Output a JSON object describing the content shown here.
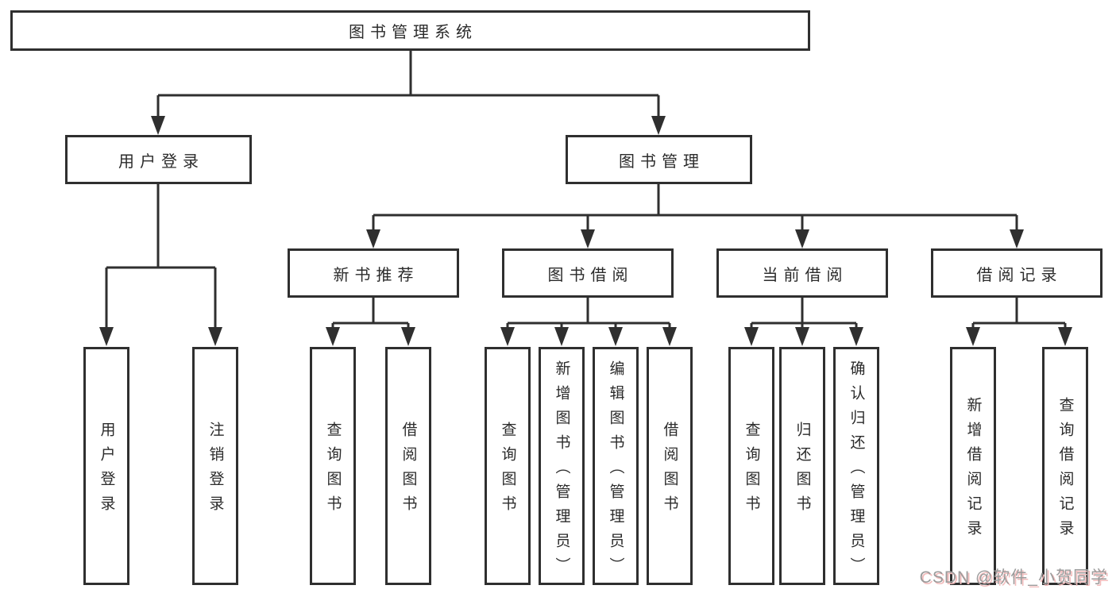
{
  "diagram": {
    "root": {
      "label": "图书管理系统",
      "children": [
        {
          "label": "用户登录",
          "children": [
            {
              "label": "用户登录"
            },
            {
              "label": "注销登录"
            }
          ]
        },
        {
          "label": "图书管理",
          "children": [
            {
              "label": "新书推荐",
              "children": [
                {
                  "label": "查询图书"
                },
                {
                  "label": "借阅图书"
                }
              ]
            },
            {
              "label": "图书借阅",
              "children": [
                {
                  "label": "查询图书"
                },
                {
                  "label": "新增图书（管理员）"
                },
                {
                  "label": "编辑图书（管理员）"
                },
                {
                  "label": "借阅图书"
                }
              ]
            },
            {
              "label": "当前借阅",
              "children": [
                {
                  "label": "查询图书"
                },
                {
                  "label": "归还图书"
                },
                {
                  "label": "确认归还（管理员）"
                }
              ]
            },
            {
              "label": "借阅记录",
              "children": [
                {
                  "label": "新增借阅记录"
                },
                {
                  "label": "查询借阅记录"
                }
              ]
            }
          ]
        }
      ]
    }
  },
  "watermark": {
    "text": "CSDN @软件_小贺同学"
  },
  "colors": {
    "line": "#2f2f2f",
    "text": "#2b2b2b",
    "background": "#ffffff",
    "watermark_gray": "#9b9b9b",
    "watermark_shadow": "#f2bcbc"
  }
}
